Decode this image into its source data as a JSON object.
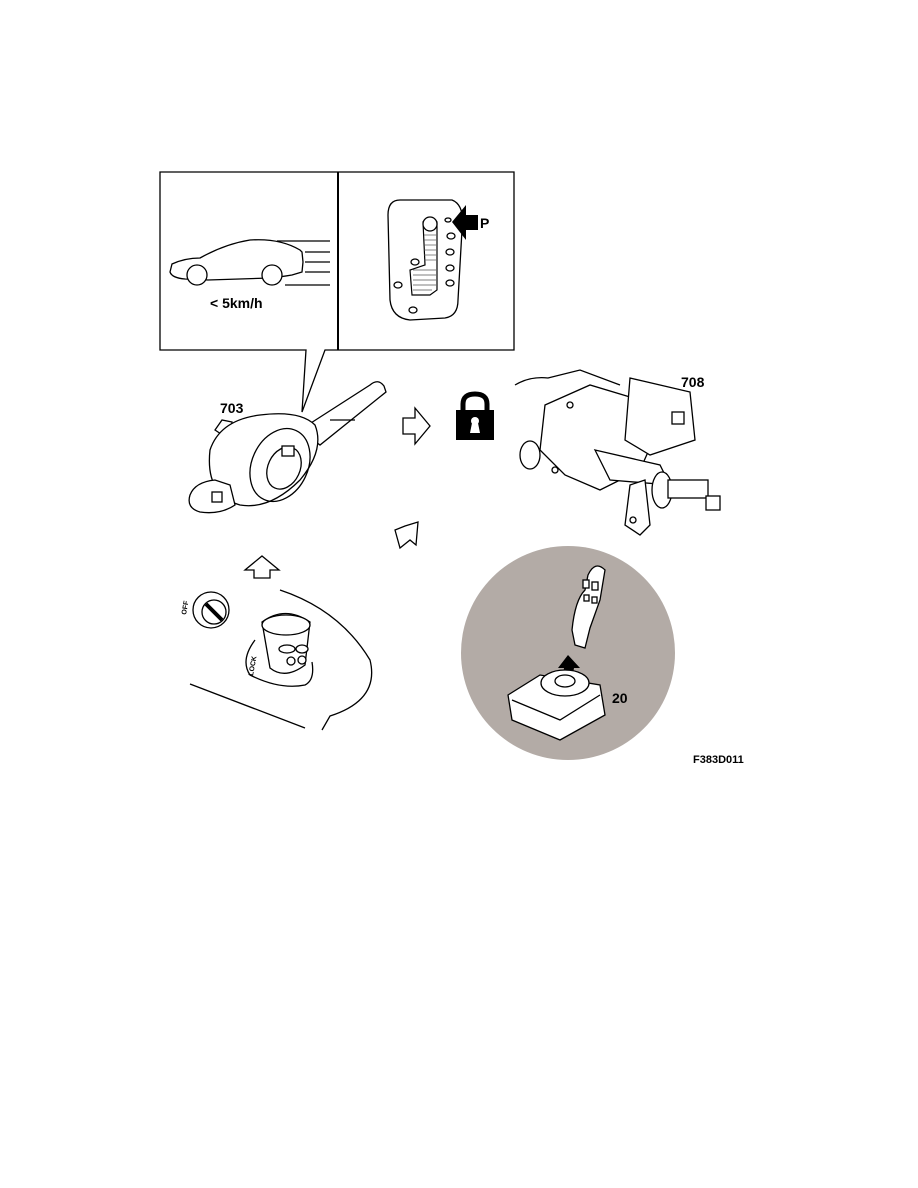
{
  "figure": {
    "speed_condition": "< 5km/h",
    "gear_position": "P",
    "labels": {
      "stalk_switch": "703",
      "steering_lock": "708",
      "ignition_switch": "20",
      "off_marking": "OFF",
      "lock_marking": "LOCK"
    },
    "figure_id": "F383D011",
    "colors": {
      "highlight_circle": "#b3aba6",
      "line": "#000000"
    }
  }
}
